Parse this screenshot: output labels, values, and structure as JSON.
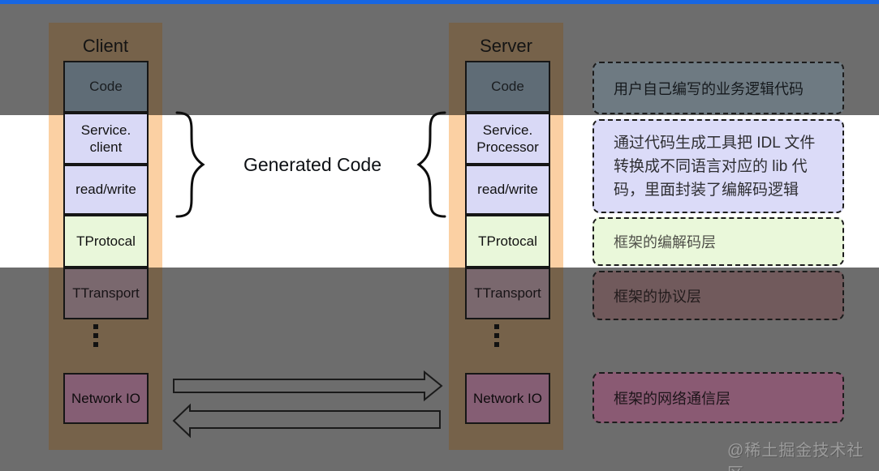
{
  "page": {
    "top_bar_color": "#1766e2",
    "background_gray": "#6d6d6d",
    "highlight_band_color": "#ffffff"
  },
  "client_column": {
    "title": "Client",
    "code": "Code",
    "service_line1": "Service.",
    "service_line2": "client",
    "readwrite": "read/write",
    "tprotocal": "TProtocal",
    "ttransport": "TTransport",
    "network_io": "Network IO",
    "pillar_color_highlight": "#fbd0a3",
    "pillar_color_shaded": "#76624a"
  },
  "server_column": {
    "title": "Server",
    "code": "Code",
    "service_line1": "Service.",
    "service_line2": "Processor",
    "readwrite": "read/write",
    "tprotocal": "TProtocal",
    "ttransport": "TTransport",
    "network_io": "Network IO"
  },
  "layer_colors": {
    "code": "#5f6c76",
    "generated": "#d9d9f6",
    "tprotocal": "#e9f7da",
    "ttransport": "#7a686e",
    "network_io": "#855e74"
  },
  "center": {
    "label": "Generated Code"
  },
  "annotations": {
    "user_code": {
      "text": "用户自己编写的业务逻辑代码",
      "bg": "#6e7a82"
    },
    "generated_lib": {
      "line1": "通过代码生成工具把 IDL 文件",
      "line2": "转换成不同语言对应的 lib 代",
      "line3": "码，里面封装了编解码逻辑",
      "bg": "#dbdbf8"
    },
    "codec_layer": {
      "text": "框架的编解码层",
      "bg": "#eaf8da"
    },
    "protocol_layer": {
      "text": "框架的协议层",
      "bg": "#715a5c"
    },
    "network_layer": {
      "text": "框架的网络通信层",
      "bg": "#8a5a73"
    }
  },
  "watermark": {
    "text": "@稀土掘金技术社区"
  }
}
